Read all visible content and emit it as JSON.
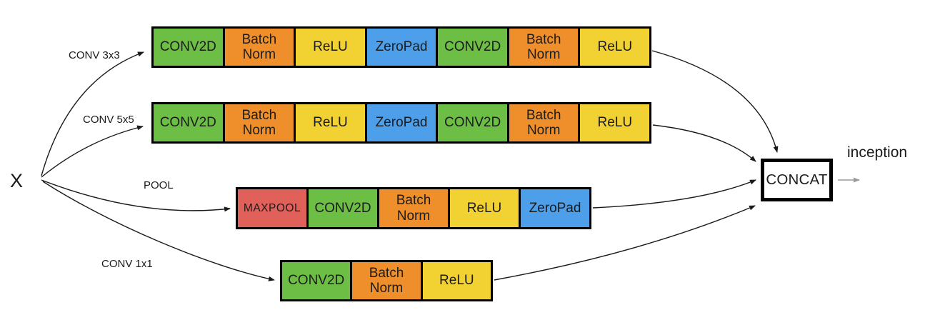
{
  "input": {
    "label": "X"
  },
  "output": {
    "label": "inception"
  },
  "concat": {
    "label": "CONCAT"
  },
  "branches": [
    {
      "label": "CONV 3x3",
      "cells": [
        {
          "label": "CONV2D",
          "type": "conv2d"
        },
        {
          "label": "Batch Norm",
          "type": "batch_norm"
        },
        {
          "label": "ReLU",
          "type": "relu"
        },
        {
          "label": "ZeroPad",
          "type": "zeropad"
        },
        {
          "label": "CONV2D",
          "type": "conv2d"
        },
        {
          "label": "Batch Norm",
          "type": "batch_norm"
        },
        {
          "label": "ReLU",
          "type": "relu"
        }
      ]
    },
    {
      "label": "CONV 5x5",
      "cells": [
        {
          "label": "CONV2D",
          "type": "conv2d"
        },
        {
          "label": "Batch Norm",
          "type": "batch_norm"
        },
        {
          "label": "ReLU",
          "type": "relu"
        },
        {
          "label": "ZeroPad",
          "type": "zeropad"
        },
        {
          "label": "CONV2D",
          "type": "conv2d"
        },
        {
          "label": "Batch Norm",
          "type": "batch_norm"
        },
        {
          "label": "ReLU",
          "type": "relu"
        }
      ]
    },
    {
      "label": "POOL",
      "cells": [
        {
          "label": "MAXPOOL",
          "type": "maxpool"
        },
        {
          "label": "CONV2D",
          "type": "conv2d"
        },
        {
          "label": "Batch Norm",
          "type": "batch_norm"
        },
        {
          "label": "ReLU",
          "type": "relu"
        },
        {
          "label": "ZeroPad",
          "type": "zeropad"
        }
      ]
    },
    {
      "label": "CONV 1x1",
      "cells": [
        {
          "label": "CONV2D",
          "type": "conv2d"
        },
        {
          "label": "Batch Norm",
          "type": "batch_norm"
        },
        {
          "label": "ReLU",
          "type": "relu"
        }
      ]
    }
  ],
  "colors": {
    "conv2d": "#6cbe45",
    "batch_norm": "#ee8f2c",
    "relu": "#f2d133",
    "zeropad": "#4e9fe9",
    "maxpool": "#e0605a",
    "block_border": "#000000",
    "arrow": "#1a1a1a",
    "output_arrow": "#999999"
  }
}
